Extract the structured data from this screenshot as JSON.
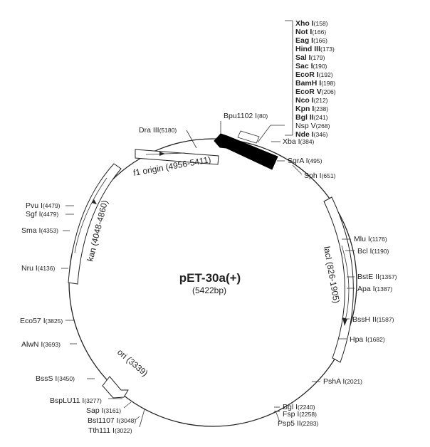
{
  "plasmid": {
    "name": "pET-30a(+)",
    "size": "(5422bp)"
  },
  "mcs_sites": [
    {
      "name": "Xho I",
      "pos": "(158)",
      "bold": true
    },
    {
      "name": "Not I",
      "pos": "(166)",
      "bold": true
    },
    {
      "name": "Eag I",
      "pos": "(166)",
      "bold": true
    },
    {
      "name": "Hind III",
      "pos": "(173)",
      "bold": true
    },
    {
      "name": "Sal I",
      "pos": "(179)",
      "bold": true
    },
    {
      "name": "Sac I",
      "pos": "(190)",
      "bold": true
    },
    {
      "name": "EcoR I",
      "pos": "(192)",
      "bold": true
    },
    {
      "name": "BamH I",
      "pos": "(198)",
      "bold": true
    },
    {
      "name": "EcoR V",
      "pos": "(206)",
      "bold": true
    },
    {
      "name": "Nco I",
      "pos": "(212)",
      "bold": true
    },
    {
      "name": "Kpn I",
      "pos": "(238)",
      "bold": true
    },
    {
      "name": "Bgl II",
      "pos": "(241)",
      "bold": true
    },
    {
      "name": "Nsp V",
      "pos": "(268)",
      "bold": false
    },
    {
      "name": "Nde I",
      "pos": "(346)",
      "bold": true
    }
  ],
  "sites": [
    {
      "name": "Bpu1102 I",
      "pos": "(80)"
    },
    {
      "name": "Xba I",
      "pos": "(384)"
    },
    {
      "name": "SgrA I",
      "pos": "(495)"
    },
    {
      "name": "Sph I",
      "pos": "(651)"
    },
    {
      "name": "Mlu I",
      "pos": "(1176)"
    },
    {
      "name": "Bcl I",
      "pos": "(1190)"
    },
    {
      "name": "BstE II",
      "pos": "(1357)"
    },
    {
      "name": "Apa I",
      "pos": "(1387)"
    },
    {
      "name": "BssH II",
      "pos": "(1587)"
    },
    {
      "name": "Hpa I",
      "pos": "(1682)"
    },
    {
      "name": "PshA I",
      "pos": "(2021)"
    },
    {
      "name": "Bgl I",
      "pos": "(2240)"
    },
    {
      "name": "Fsp I",
      "pos": "(2258)"
    },
    {
      "name": "Psp5 II",
      "pos": "(2283)"
    },
    {
      "name": "Tth111 I",
      "pos": "(3022)"
    },
    {
      "name": "Bst1107 I",
      "pos": "(3048)"
    },
    {
      "name": "Sap I",
      "pos": "(3161)"
    },
    {
      "name": "BspLU11 I",
      "pos": "(3277)"
    },
    {
      "name": "BssS I",
      "pos": "(3450)"
    },
    {
      "name": "AlwN I",
      "pos": "(3693)"
    },
    {
      "name": "Eco57 I",
      "pos": "(3825)"
    },
    {
      "name": "Nru I",
      "pos": "(4136)"
    },
    {
      "name": "Sma I",
      "pos": "(4353)"
    },
    {
      "name": "Sgf I",
      "pos": "(4479)"
    },
    {
      "name": "Pvu I",
      "pos": "(4479)"
    },
    {
      "name": "Dra III",
      "pos": "(5180)"
    }
  ],
  "features": {
    "f1_origin": "f1 origin (4956-5411)",
    "kan": "kan (4048-4860)",
    "lacI": "lacI (826-1905)",
    "ori": "ori (3339)"
  }
}
